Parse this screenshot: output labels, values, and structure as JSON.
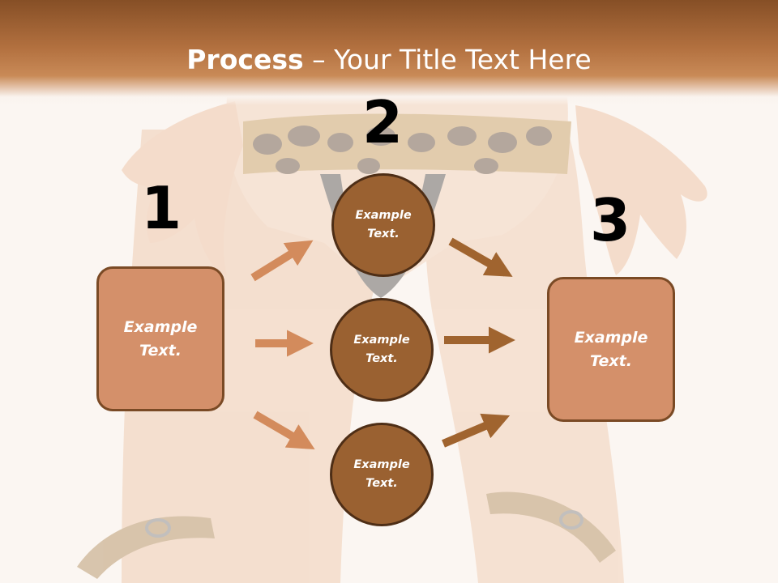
{
  "slide": {
    "title_bold": "Process",
    "title_rest": " – Your Title Text Here"
  },
  "steps": {
    "one": "1",
    "two": "2",
    "three": "3"
  },
  "boxes": {
    "left": "Example\nText.",
    "right": "Example\nText."
  },
  "circles": [
    {
      "label": "Example\nText."
    },
    {
      "label": "Example\nText."
    },
    {
      "label": "Example\nText."
    }
  ],
  "colors": {
    "header": "#b2703f",
    "box_fill": "#d4906a",
    "box_border": "#7a4a25",
    "circle_fill": "#9a6131",
    "circle_border": "#4e2e16",
    "arrow_light": "#d38b5c",
    "arrow_dark": "#a0642f"
  },
  "icons": {
    "background": "decorative-photo"
  }
}
